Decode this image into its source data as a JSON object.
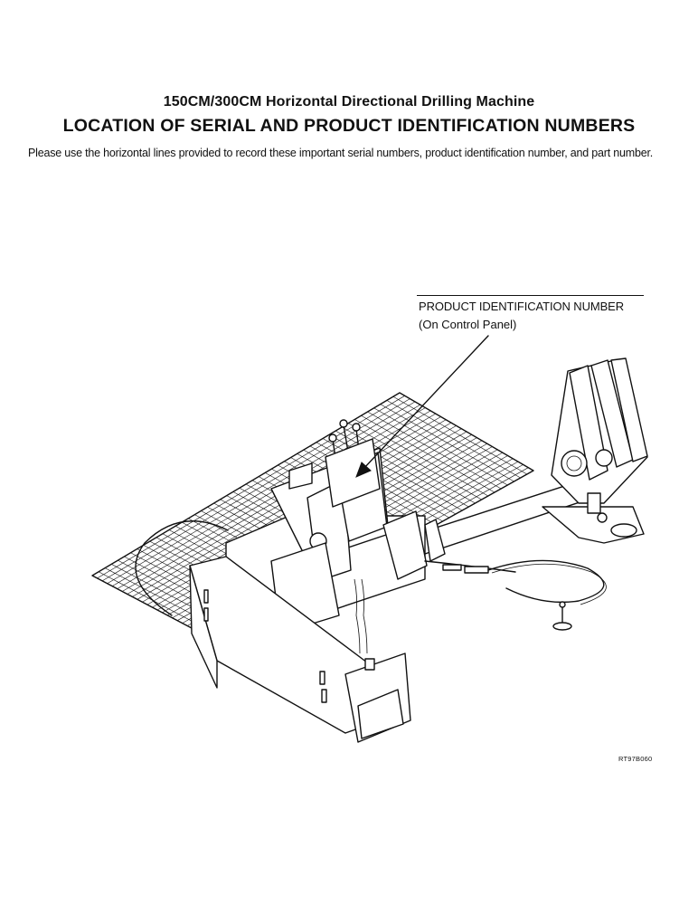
{
  "document": {
    "subtitle": "150CM/300CM Horizontal Directional Drilling Machine",
    "title": "LOCATION OF SERIAL AND PRODUCT IDENTIFICATION NUMBERS",
    "intro": "Please use the horizontal lines provided to record these important serial numbers, product identification number, and part number."
  },
  "callout": {
    "label": "PRODUCT IDENTIFICATION NUMBER",
    "note": "(On Control Panel)"
  },
  "figure": {
    "id": "RT97B060"
  }
}
